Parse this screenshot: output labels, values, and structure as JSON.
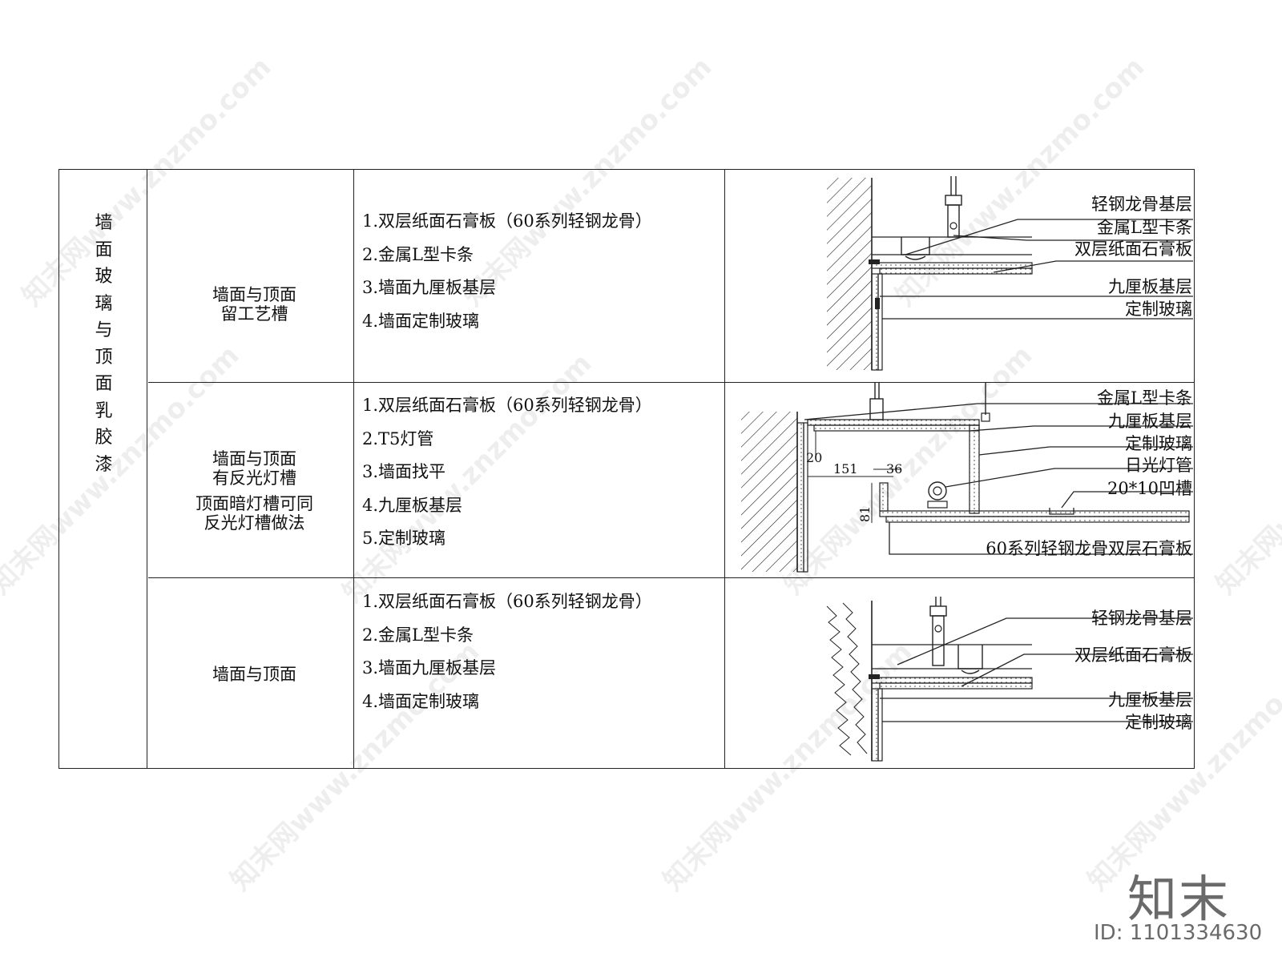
{
  "category": [
    "墙",
    "面",
    "玻",
    "璃",
    "与",
    "顶",
    "面",
    "乳",
    "胶",
    "漆"
  ],
  "rows": [
    {
      "name": [
        "墙面与顶面",
        "留工艺槽"
      ],
      "items": [
        "1.双层纸面石膏板（60系列轻钢龙骨）",
        "2.金属L型卡条",
        "3.墙面九厘板基层",
        "4.墙面定制玻璃"
      ],
      "labels": [
        "轻钢龙骨基层",
        "金属L型卡条",
        "双层纸面石膏板",
        "九厘板基层",
        "定制玻璃"
      ]
    },
    {
      "name": [
        "墙面与顶面",
        "有反光灯槽",
        "顶面暗灯槽可同",
        "反光灯槽做法"
      ],
      "items": [
        "1.双层纸面石膏板（60系列轻钢龙骨）",
        "2.T5灯管",
        "3.墙面找平",
        "4.九厘板基层",
        "5.定制玻璃"
      ],
      "labels": [
        "金属L型卡条",
        "九厘板基层",
        "定制玻璃",
        "日光灯管",
        "20*10凹槽",
        "60系列轻钢龙骨双层石膏板"
      ],
      "dims": [
        "20",
        "151",
        "36",
        "81"
      ]
    },
    {
      "name": [
        "墙面与顶面"
      ],
      "items": [
        "1.双层纸面石膏板（60系列轻钢龙骨）",
        "2.金属L型卡条",
        "3.墙面九厘板基层",
        "4.墙面定制玻璃"
      ],
      "labels": [
        "轻钢龙骨基层",
        "双层纸面石膏板",
        "九厘板基层",
        "定制玻璃"
      ]
    }
  ],
  "watermark": {
    "text": "知末网www.znzmo.com",
    "logo": "知末",
    "id_label": "ID: 1101334630"
  }
}
